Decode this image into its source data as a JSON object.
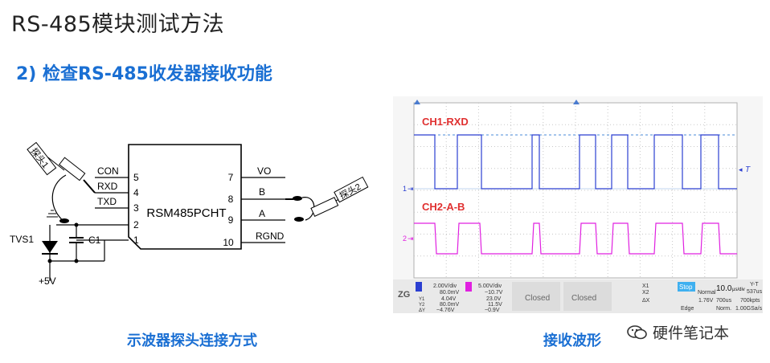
{
  "page_title": "RS-485模块测试方法",
  "section_heading": "2) 检查RS-485收发器接收功能",
  "circuit": {
    "chip_name": "RSM485PCHT",
    "left_pins": [
      {
        "num": "5",
        "label": "CON"
      },
      {
        "num": "4",
        "label": "RXD"
      },
      {
        "num": "3",
        "label": "TXD"
      },
      {
        "num": "2",
        "label": ""
      },
      {
        "num": "1",
        "label": "C1"
      }
    ],
    "right_pins": [
      {
        "num": "7",
        "label": "VO"
      },
      {
        "num": "8",
        "label": "B"
      },
      {
        "num": "9",
        "label": "A"
      },
      {
        "num": "10",
        "label": "RGND"
      }
    ],
    "probe1": "探头1",
    "probe2": "探头2",
    "tvs": "TVS1",
    "supply": "+5V"
  },
  "scope": {
    "ch1_label": "CH1-RXD",
    "ch2_label": "CH2-A-B",
    "trigger_marker": "T",
    "ch1_marker": "1",
    "ch2_marker": "2",
    "ch1_scale": "2.00V/div",
    "ch1_offset": "80.0mV",
    "ch1_a": "4.04V",
    "ch1_b": "80.0mV",
    "ch1_c": "~4.76V",
    "ch2_scale": "5.00V/div",
    "ch2_offset": "~10.7V",
    "ch2_a": "23.0V",
    "ch2_b": "11.5V",
    "ch2_c": "~0.9V",
    "closed1": "Closed",
    "closed2": "Closed",
    "stop": "Stop",
    "mode": "Normal",
    "trig_level": "1.76V",
    "edge": "Edge",
    "timebase": "10.0",
    "timebase_unit": "μs/div",
    "acq_mode": "Y-T",
    "record": "537us",
    "samples": "700us",
    "rate": "700kpts",
    "norm": "Norm.",
    "srate": "1.00GSa/s",
    "x1": "X1",
    "x2": "X2",
    "dx": "ΔX",
    "y1": "Y1",
    "y2": "Y2",
    "dy": "ΔY"
  },
  "captions": {
    "left": "示波器探头连接方式",
    "right": "接收波形"
  },
  "watermark": "硬件笔记本",
  "colors": {
    "heading_blue": "#1a6fd3",
    "ch1": "#2b3fd1",
    "ch2": "#e020e0",
    "label_red": "#e03030"
  }
}
